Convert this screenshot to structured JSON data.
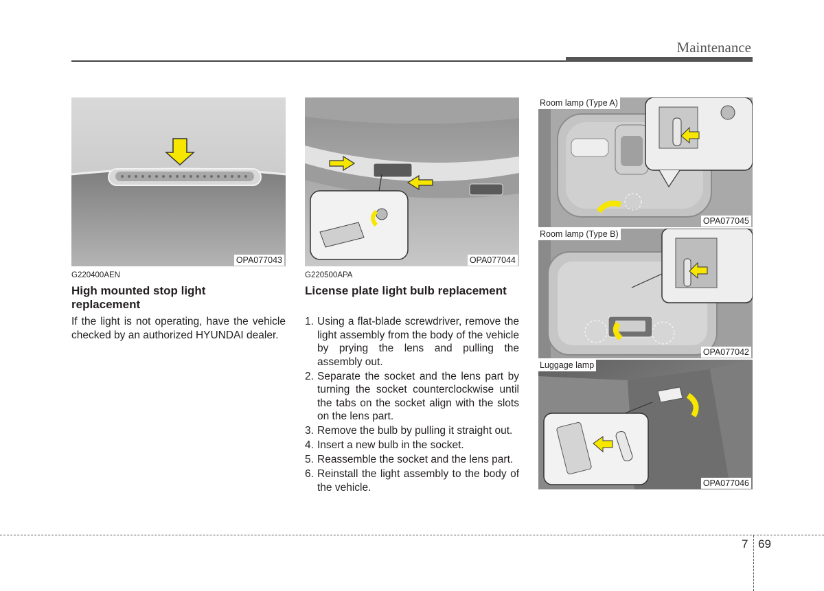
{
  "header": {
    "title": "Maintenance"
  },
  "figures": {
    "stop_light": {
      "code": "OPA077043"
    },
    "license_plate": {
      "code": "OPA077044"
    },
    "room_lamp_a": {
      "label": "Room lamp (Type A)",
      "code": "OPA077045"
    },
    "room_lamp_b": {
      "label": "Room lamp (Type B)",
      "code": "OPA077042"
    },
    "luggage_lamp": {
      "label": "Luggage lamp",
      "code": "OPA077046"
    }
  },
  "sections": {
    "stop_light": {
      "code": "G220400AEN",
      "title": "High mounted stop light replacement",
      "body": "If the light is not operating, have the vehicle checked by an authorized HYUNDAI dealer."
    },
    "license_plate": {
      "code": "G220500APA",
      "title": "License plate light bulb replacement",
      "steps": [
        {
          "num": "1.",
          "text": "Using a flat-blade screwdriver, remove the light assembly from the body of the vehicle by prying the lens and pulling the assembly out."
        },
        {
          "num": "2.",
          "text": "Separate the socket and the lens part by turning the socket counterclockwise until the tabs on the socket align with the slots on the lens part."
        },
        {
          "num": "3.",
          "text": "Remove the bulb by pulling it straight out."
        },
        {
          "num": "4.",
          "text": "Insert a new bulb in the socket."
        },
        {
          "num": "5.",
          "text": "Reassemble the socket and the lens part."
        },
        {
          "num": "6.",
          "text": "Reinstall the light assembly to the body of the vehicle."
        }
      ]
    }
  },
  "footer": {
    "chapter": "7",
    "page": "69"
  },
  "colors": {
    "arrow_yellow": "#f7e600",
    "photo_gray": "#9a9a9a",
    "text": "#231f20"
  }
}
